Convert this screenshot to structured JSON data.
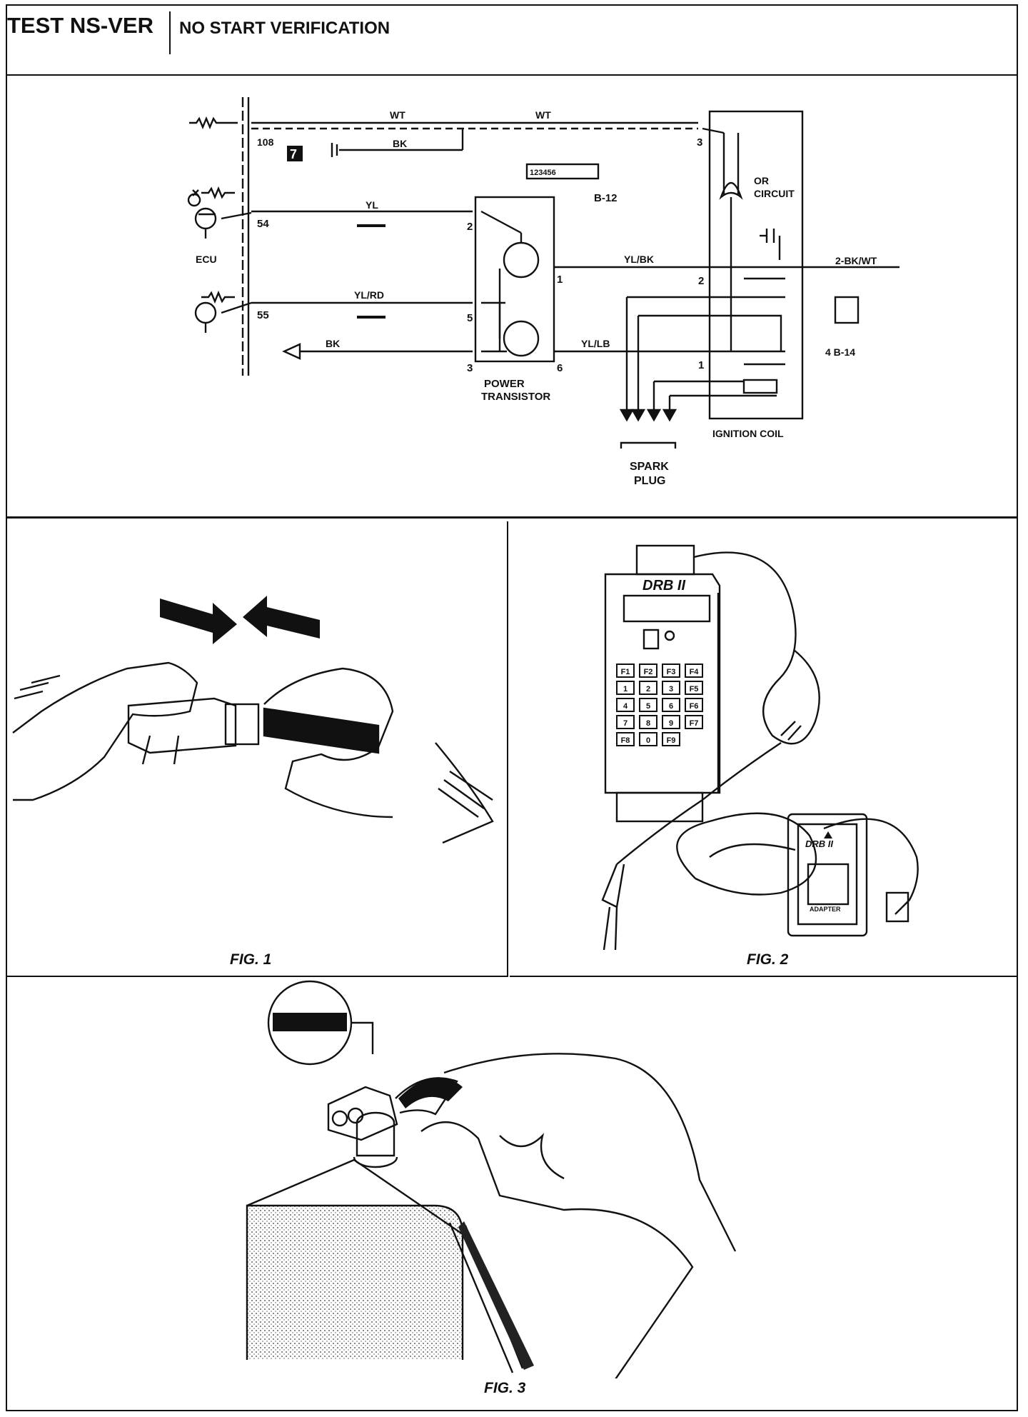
{
  "header": {
    "code": "TEST NS-VER",
    "title": "NO START VERIFICATION"
  },
  "schematic": {
    "wire_wt_left": "WT",
    "wire_wt_right": "WT",
    "wire_bk_top": "BK",
    "wire_yl": "YL",
    "wire_ylrd": "YL/RD",
    "wire_bk_bottom": "BK",
    "wire_ylbk": "YL/BK",
    "wire_yllb": "YL/LB",
    "wire_2bkwt": "2-BK/WT",
    "pin_108": "108",
    "pin_54": "54",
    "pin_55": "55",
    "block_7": "7",
    "ecu": "ECU",
    "connector_b12": "B-12",
    "connector_4b14": "4 B-14",
    "connector_b12_pins": "123456",
    "or_circuit_1": "OR",
    "or_circuit_2": "CIRCUIT",
    "pt_2": "2",
    "pt_5": "5",
    "pt_3": "3",
    "pt_1": "1",
    "pt_6": "6",
    "power_1": "POWER",
    "power_2": "TRANSISTOR",
    "coil_3": "3",
    "coil_2": "2",
    "coil_1": "1",
    "ignition_coil": "IGNITION COIL",
    "spark_1": "SPARK",
    "spark_2": "PLUG"
  },
  "figures": {
    "fig1": "FIG. 1",
    "fig2": "FIG. 2",
    "fig3": "FIG. 3"
  },
  "tool": {
    "brand": "DRB II",
    "adapter_brand": "DRB II",
    "adapter_label": "ADAPTER",
    "keys": [
      "F1",
      "F2",
      "F3",
      "F4",
      "1",
      "2",
      "3",
      "F5",
      "4",
      "5",
      "6",
      "F6",
      "7",
      "8",
      "9",
      "F7",
      "F8",
      "0",
      "F9"
    ]
  }
}
